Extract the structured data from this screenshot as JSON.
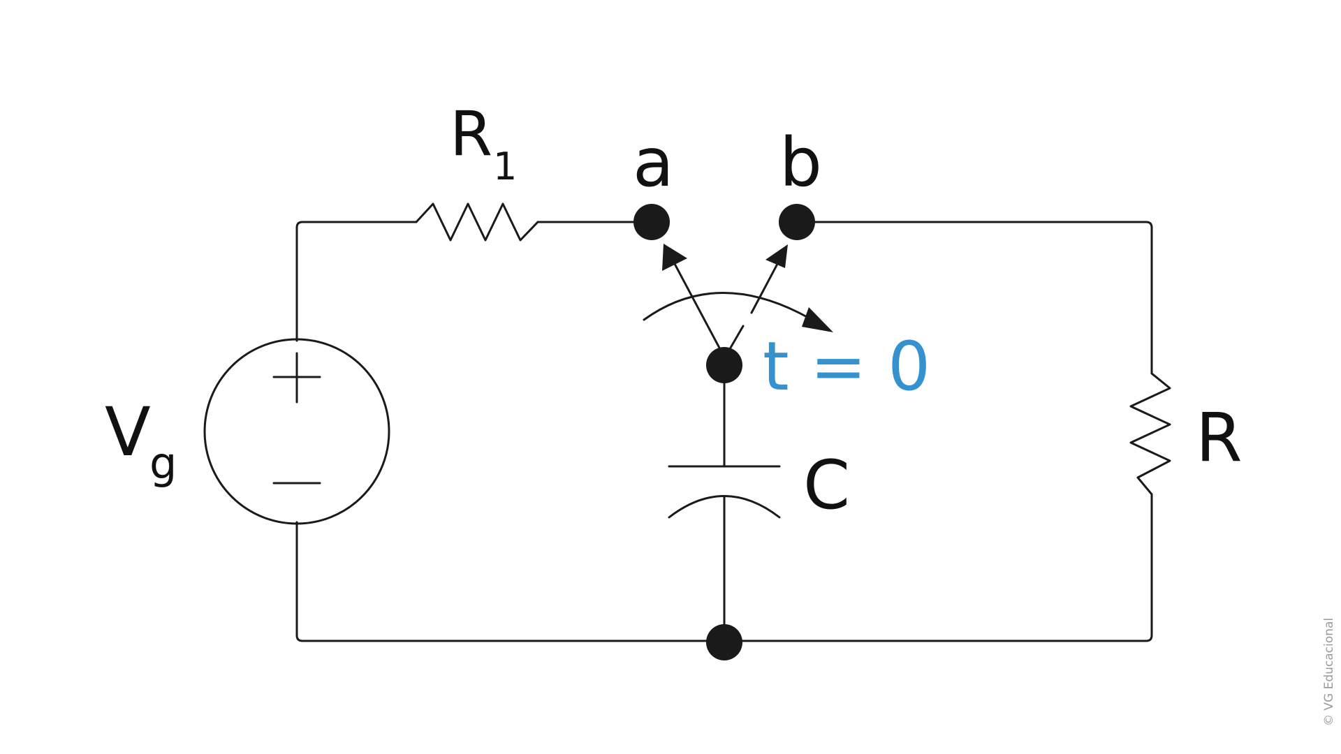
{
  "diagram": {
    "labels": {
      "resistor_r1_main": "R",
      "resistor_r1_sub": "1",
      "source_main": "V",
      "source_sub": "g",
      "terminal_a": "a",
      "terminal_b": "b",
      "switch_time": "t = 0",
      "capacitor": "C",
      "resistor_r": "R"
    },
    "credit": "© VG Educacional"
  },
  "colors": {
    "wire": "#1a1a1a",
    "switch_time_label": "#3592cf",
    "credit": "#9a9a9a",
    "background": "#ffffff"
  }
}
